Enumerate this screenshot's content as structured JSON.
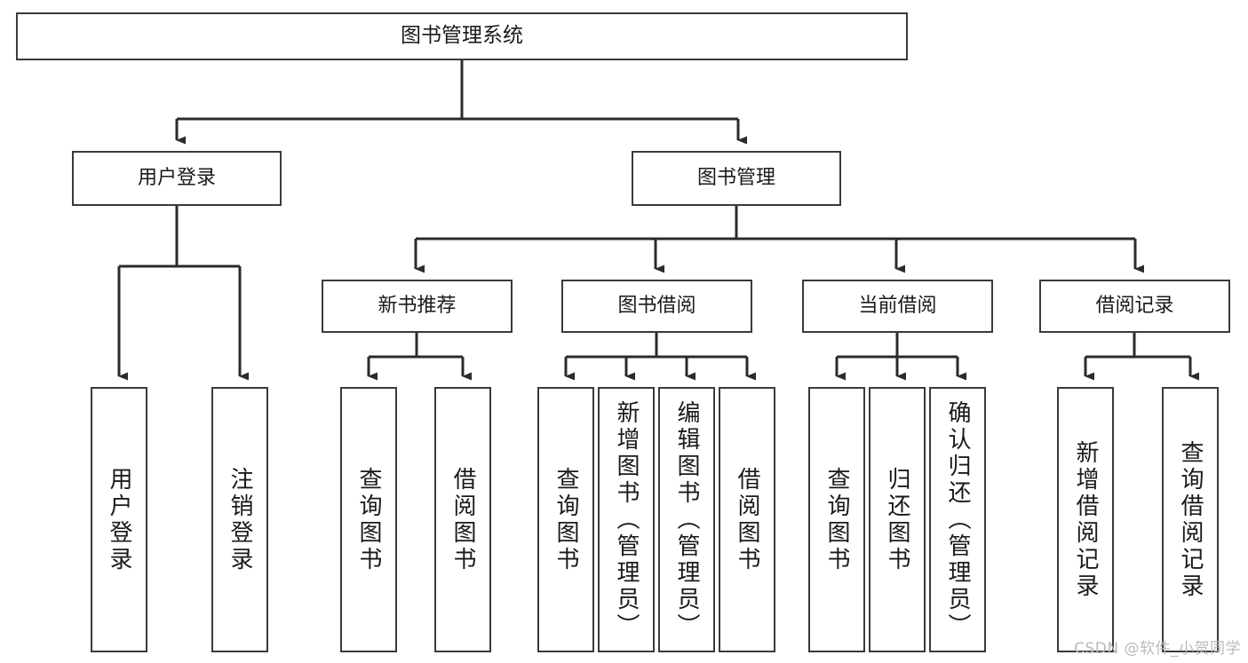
{
  "diagram": {
    "title": "图书管理系统",
    "type": "tree-hierarchy",
    "root": {
      "label": "图书管理系统"
    },
    "level1": [
      {
        "label": "用户登录"
      },
      {
        "label": "图书管理"
      }
    ],
    "level2": [
      {
        "label": "新书推荐"
      },
      {
        "label": "图书借阅"
      },
      {
        "label": "当前借阅"
      },
      {
        "label": "借阅记录"
      }
    ],
    "leaves": {
      "user_login": [
        {
          "label": "用户登录"
        },
        {
          "label": "注销登录"
        }
      ],
      "new_books": [
        {
          "label": "查询图书"
        },
        {
          "label": "借阅图书"
        }
      ],
      "book_borrow": [
        {
          "label": "查询图书"
        },
        {
          "label": "新增图书（管理员）"
        },
        {
          "label": "编辑图书（管理员）"
        },
        {
          "label": "借阅图书"
        }
      ],
      "current_borrow": [
        {
          "label": "查询图书"
        },
        {
          "label": "归还图书"
        },
        {
          "label": "确认归还（管理员）"
        }
      ],
      "borrow_records": [
        {
          "label": "新增借阅记录"
        },
        {
          "label": "查询借阅记录"
        }
      ]
    }
  },
  "watermark": {
    "text": "CSDN @软件_小贺同学"
  },
  "colors": {
    "box_border": "#3a3a3a",
    "box_fill": "#ffffff",
    "connector": "#2b2b2b",
    "text": "#1a1a1a",
    "watermark": "#b9b9b9"
  }
}
